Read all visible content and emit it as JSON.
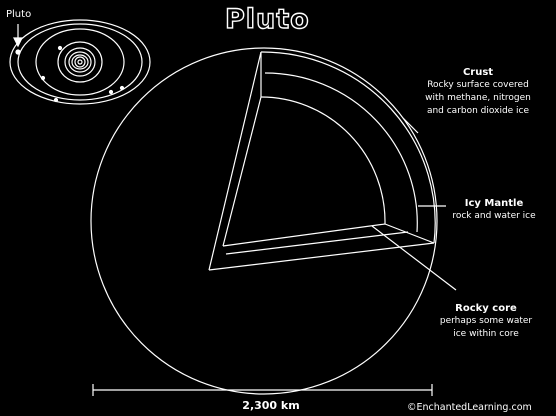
{
  "title": "Pluto",
  "orbit_inset": {
    "label": "Pluto"
  },
  "layers": {
    "crust": {
      "name": "Crust",
      "lines": [
        "Rocky surface covered",
        "with methane, nitrogen",
        "and carbon dioxide ice"
      ]
    },
    "mantle": {
      "name": "Icy Mantle",
      "lines": [
        "rock and water ice"
      ]
    },
    "core": {
      "name": "Rocky core",
      "lines": [
        "perhaps some water",
        "ice within core"
      ]
    }
  },
  "scale": {
    "label": "2,300 km"
  },
  "credit": "©EnchantedLearning.com"
}
